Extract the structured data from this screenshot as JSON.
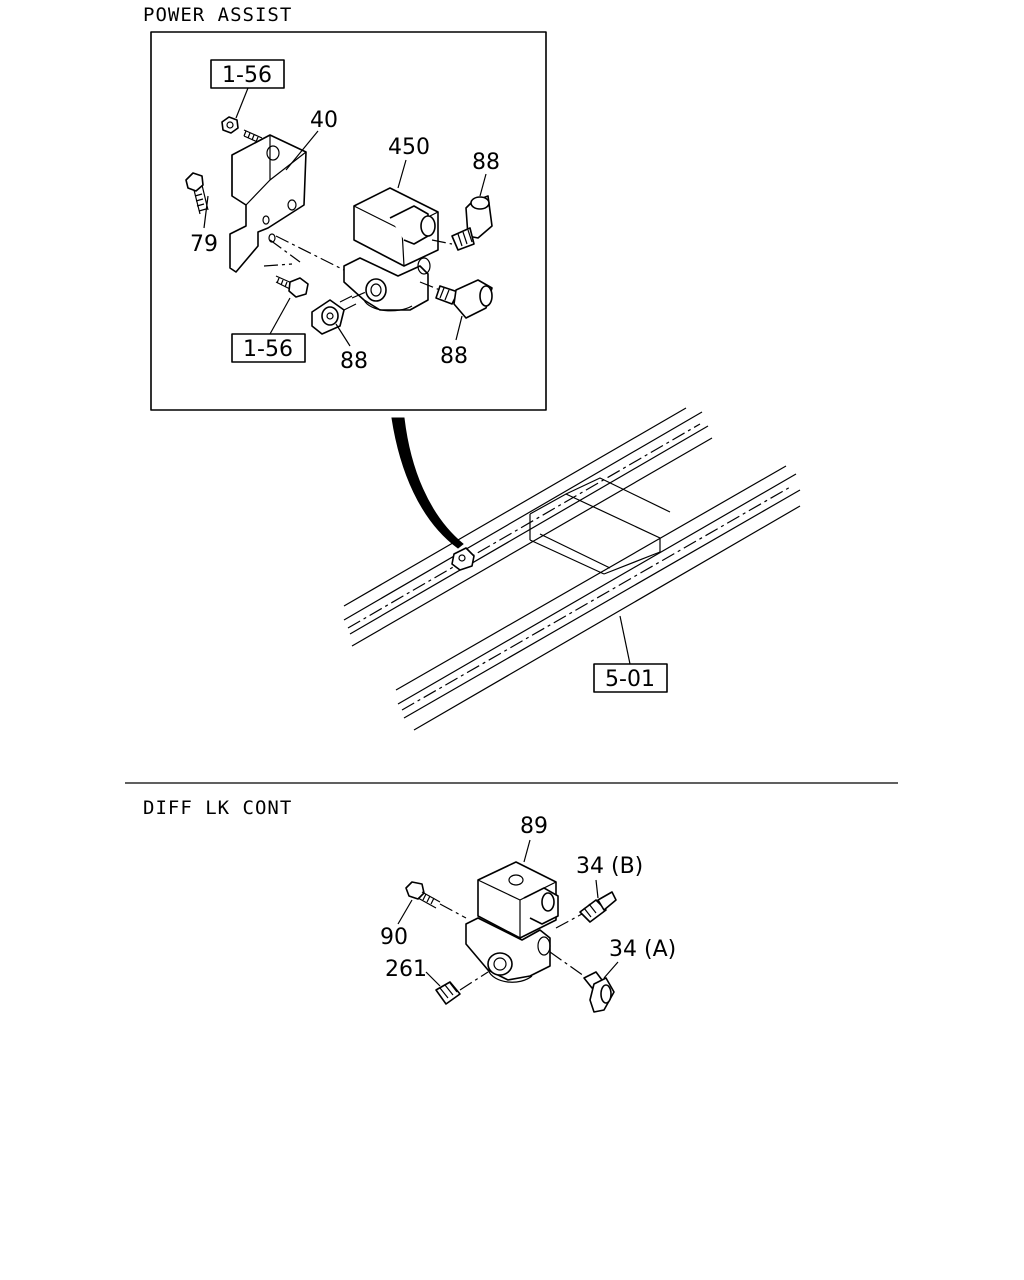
{
  "sections": {
    "power_assist": {
      "title": "POWER ASSIST"
    },
    "diff_lk_cont": {
      "title": "DIFF LK CONT"
    }
  },
  "power_assist_labels": {
    "ref_top": "1-56",
    "ref_bottom": "1-56",
    "ref_frame": "5-01",
    "bracket": "40",
    "valve": "450",
    "fitting_top_right": "88",
    "bolt": "79",
    "fitting_bottom_mid": "88",
    "fitting_bottom_right": "88"
  },
  "diff_lk_labels": {
    "valve": "89",
    "fitting_b": "34 (B)",
    "bolt": "90",
    "fitting_a": "34 (A)",
    "plug": "261"
  }
}
